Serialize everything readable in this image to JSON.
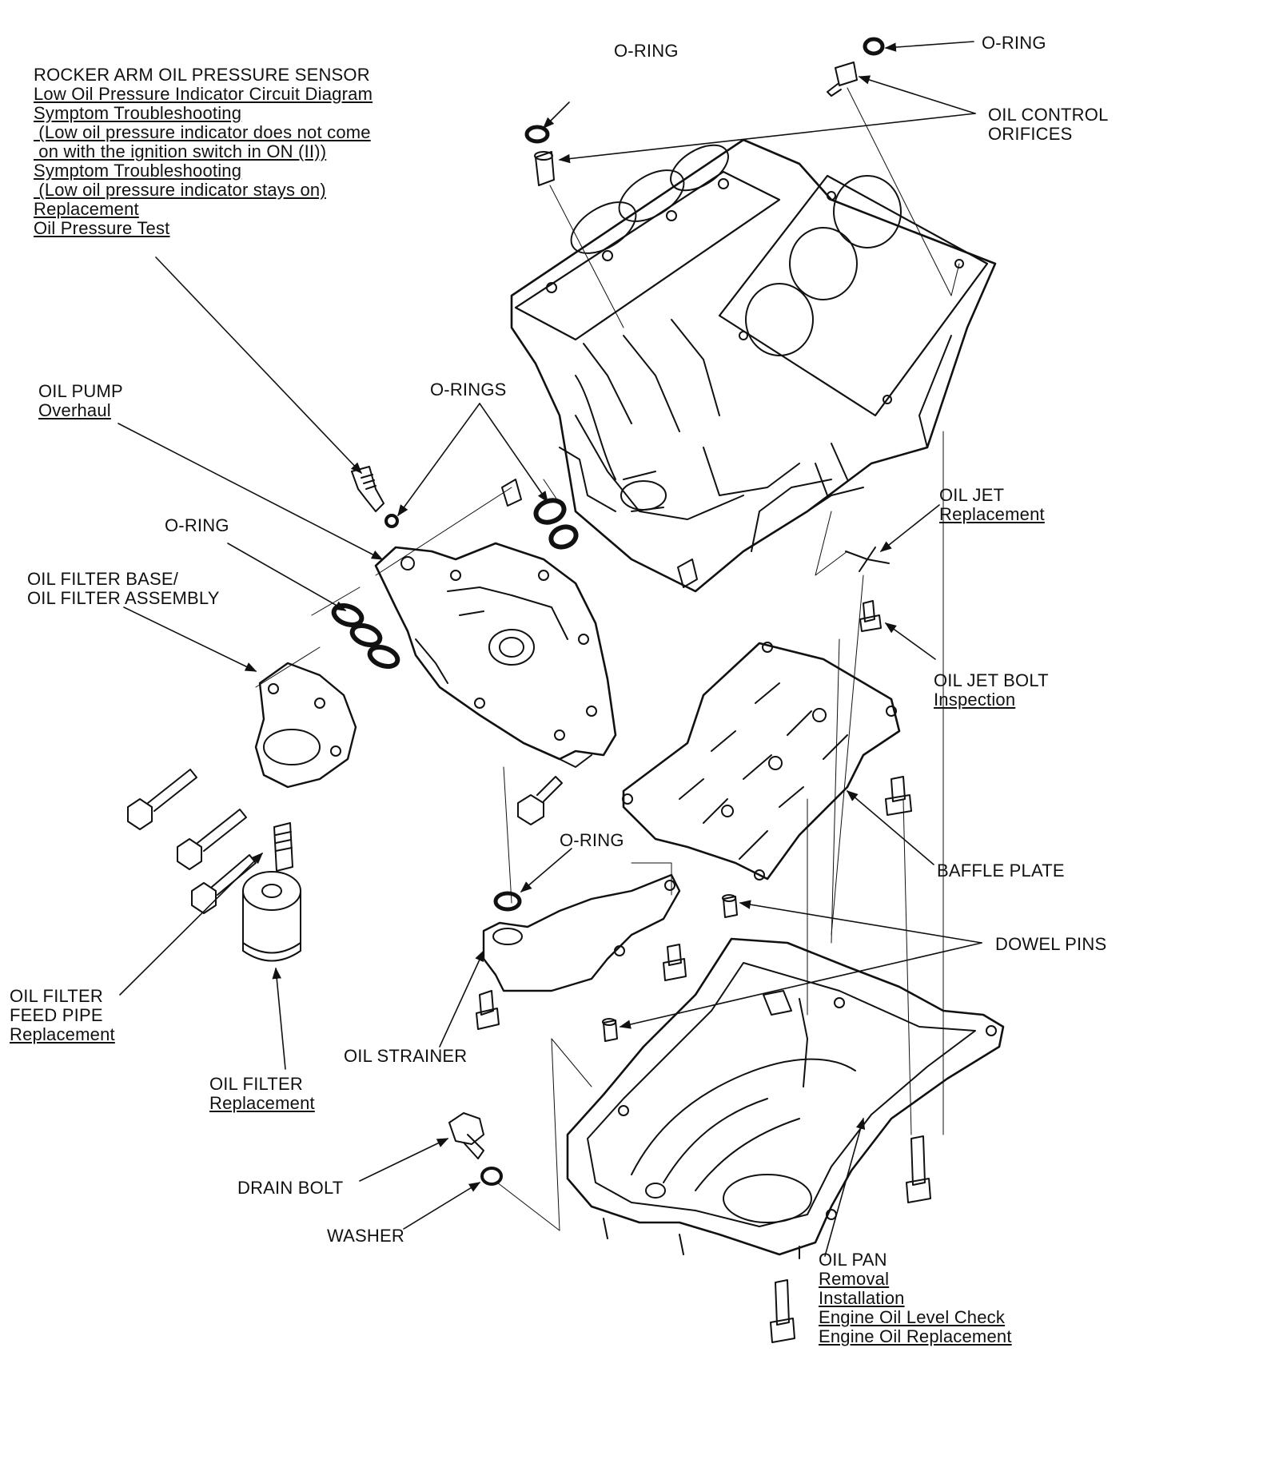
{
  "labels": {
    "rocker_sensor": {
      "title": "ROCKER ARM OIL PRESSURE SENSOR",
      "links": [
        "Low Oil Pressure Indicator Circuit Diagram",
        "Symptom Troubleshooting",
        " (Low oil pressure indicator does not come",
        " on with the ignition switch in ON (II))",
        "Symptom Troubleshooting",
        " (Low oil pressure indicator stays on)",
        "Replacement",
        "Oil Pressure Test"
      ]
    },
    "oring_top": "O-RING",
    "oring_top_right": "O-RING",
    "oil_control_orifices": [
      "OIL CONTROL",
      "ORIFICES"
    ],
    "oil_pump": {
      "title": "OIL PUMP",
      "link": "Overhaul"
    },
    "orings_mid": "O-RINGS",
    "oring_left": "O-RING",
    "oil_filter_base": [
      "OIL FILTER BASE/",
      "OIL FILTER ASSEMBLY"
    ],
    "oil_jet": {
      "title": "OIL JET",
      "link": "Replacement"
    },
    "oil_jet_bolt": {
      "title": "OIL JET BOLT",
      "link": "Inspection"
    },
    "baffle_plate": "BAFFLE PLATE",
    "oring_strainer": "O-RING",
    "dowel_pins": "DOWEL PINS",
    "oil_filter_feed_pipe": {
      "lines": [
        "OIL FILTER",
        "FEED PIPE"
      ],
      "link": "Replacement"
    },
    "oil_strainer": "OIL STRAINER",
    "oil_filter": {
      "title": "OIL FILTER",
      "link": "Replacement"
    },
    "drain_bolt": "DRAIN BOLT",
    "washer": "WASHER",
    "oil_pan": {
      "title": "OIL PAN",
      "links": [
        "Removal",
        "Installation",
        "Engine Oil Level Check",
        "Engine Oil Replacement"
      ]
    }
  }
}
